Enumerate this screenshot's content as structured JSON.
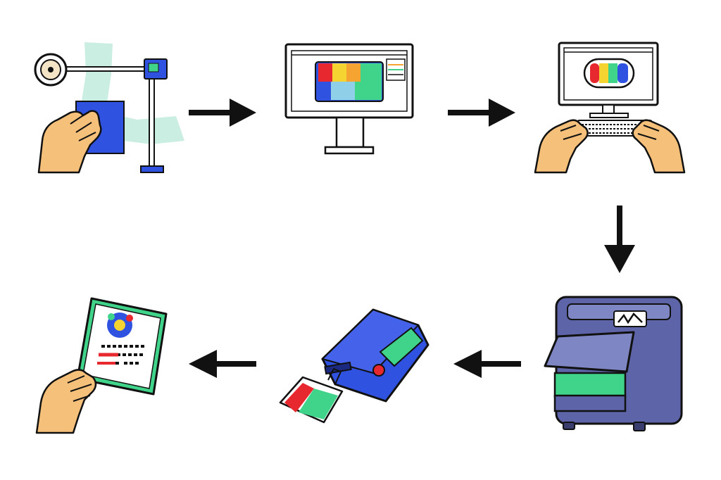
{
  "colors": {
    "background": "#ffffff",
    "outline": "#111111",
    "skin": "#f5c07a",
    "blue": "#2f52e0",
    "green": "#3fd48a",
    "red": "#e8282f",
    "yellow": "#f5d431",
    "printer_body": "#5d64a8",
    "arrow": "#111111"
  },
  "steps": [
    {
      "name": "scan-document",
      "icon": "hand-scanner-icon"
    },
    {
      "name": "view-on-screen",
      "icon": "monitor-image-icon"
    },
    {
      "name": "edit-with-keyboard",
      "icon": "computer-keyboard-hands-icon"
    },
    {
      "name": "print-output",
      "icon": "printer-icon"
    },
    {
      "name": "laminate-card",
      "icon": "card-printer-icon"
    },
    {
      "name": "finished-card",
      "icon": "hand-holding-card-icon"
    }
  ],
  "flow": [
    {
      "from": "scan-document",
      "to": "view-on-screen",
      "direction": "right"
    },
    {
      "from": "view-on-screen",
      "to": "edit-with-keyboard",
      "direction": "right"
    },
    {
      "from": "edit-with-keyboard",
      "to": "print-output",
      "direction": "down"
    },
    {
      "from": "print-output",
      "to": "laminate-card",
      "direction": "left"
    },
    {
      "from": "laminate-card",
      "to": "finished-card",
      "direction": "left"
    }
  ]
}
